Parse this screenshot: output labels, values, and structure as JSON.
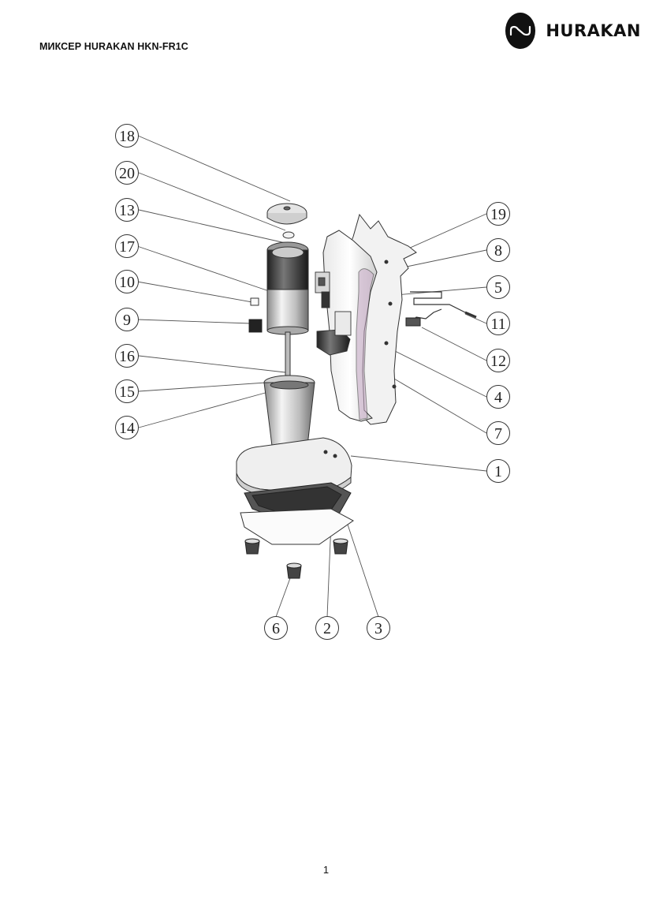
{
  "header": {
    "title": "МИКСЕР HURAKAN HKN-FR1C",
    "brand": "HURAKAN",
    "logo_icon": "hurakan-wave-logo-icon"
  },
  "diagram": {
    "callouts": [
      {
        "id": "18",
        "label": "18"
      },
      {
        "id": "20",
        "label": "20"
      },
      {
        "id": "13",
        "label": "13"
      },
      {
        "id": "17",
        "label": "17"
      },
      {
        "id": "10",
        "label": "10"
      },
      {
        "id": "9",
        "label": "9"
      },
      {
        "id": "16",
        "label": "16"
      },
      {
        "id": "15",
        "label": "15"
      },
      {
        "id": "14",
        "label": "14"
      },
      {
        "id": "19",
        "label": "19"
      },
      {
        "id": "8",
        "label": "8"
      },
      {
        "id": "5",
        "label": "5"
      },
      {
        "id": "11",
        "label": "11"
      },
      {
        "id": "12",
        "label": "12"
      },
      {
        "id": "4",
        "label": "4"
      },
      {
        "id": "7",
        "label": "7"
      },
      {
        "id": "1",
        "label": "1"
      },
      {
        "id": "6",
        "label": "6"
      },
      {
        "id": "2",
        "label": "2"
      },
      {
        "id": "3",
        "label": "3"
      }
    ]
  },
  "footer": {
    "page_number": "1"
  },
  "colors": {
    "text": "#111111",
    "line": "#444444",
    "metal": "#c9c9c9"
  }
}
